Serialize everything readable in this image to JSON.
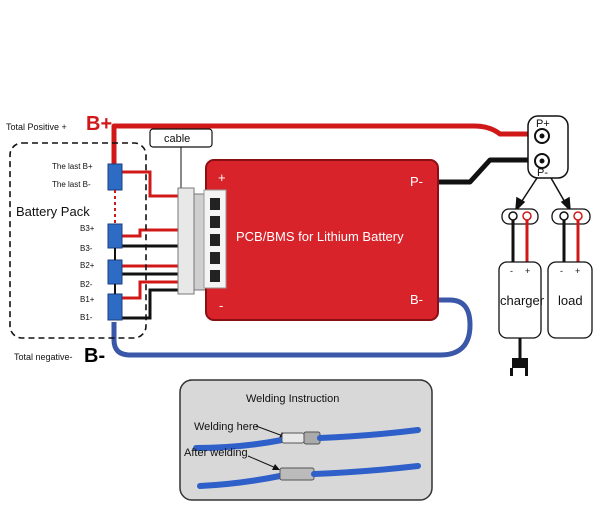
{
  "colors": {
    "pcb_red": "#d9232a",
    "wire_red": "#d01818",
    "wire_black": "#111111",
    "wire_blue": "#3a57a8",
    "cell_blue": "#2e6bc4",
    "panel_gray": "#d8d8d8"
  },
  "labels": {
    "total_positive": "Total Positive +",
    "b_plus": "B+",
    "cable": "cable",
    "battery_pack": "Battery Pack",
    "total_negative": "Total negative-",
    "b_minus": "B-",
    "the_last_b_plus": "The last B+",
    "the_last_b_minus": "The last B-",
    "b3_plus": "B3+",
    "b3_minus": "B3-",
    "b2_plus": "B2+",
    "b2_minus": "B2-",
    "b1_plus": "B1+",
    "b1_minus": "B1-",
    "pcb_title": "PCB/BMS for Lithium Battery",
    "pcb_plus": "+",
    "pcb_minus": "-",
    "pcb_p_minus": "P-",
    "pcb_b_minus": "B-",
    "terminal_p_plus": "P+",
    "terminal_p_minus": "P-",
    "charger": "charger",
    "load": "load",
    "dev_minus": "-",
    "dev_plus": "+"
  },
  "welding": {
    "title": "Welding Instruction",
    "welding_here": "Welding here",
    "after_welding": "After welding"
  }
}
